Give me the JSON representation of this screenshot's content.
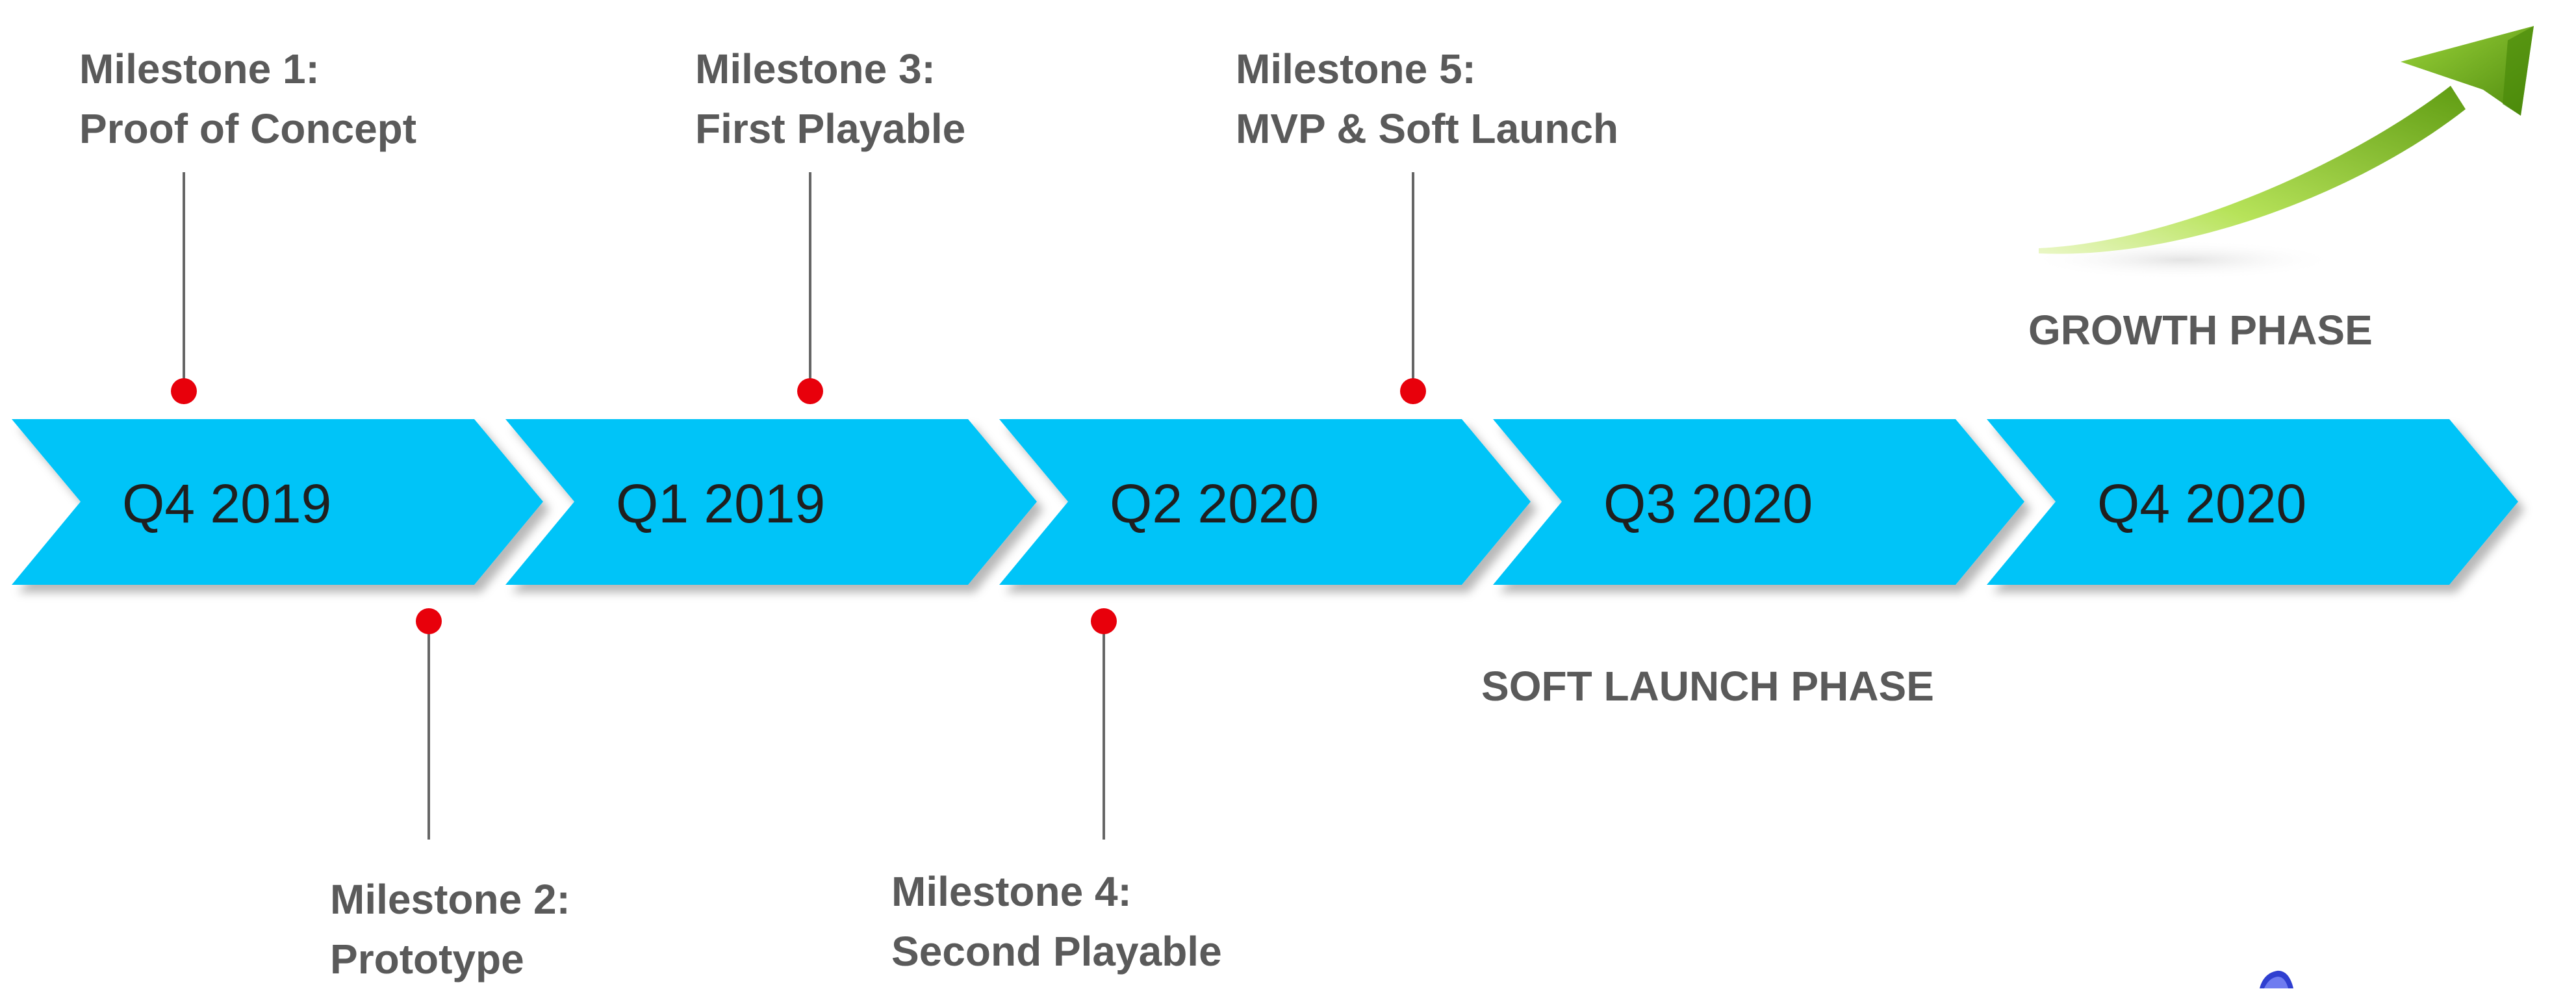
{
  "colors": {
    "chevron": "#00c4f8",
    "dot": "#e8000b",
    "connector": "#666666",
    "label_text": "#5a5a5a",
    "quarter_text": "#1f1f1f",
    "arrow_light": "#b7e35a",
    "arrow_dark": "#5f9c12"
  },
  "timeline": {
    "quarters": [
      {
        "label": "Q4 2019"
      },
      {
        "label": "Q1 2019"
      },
      {
        "label": "Q2 2020"
      },
      {
        "label": "Q3 2020"
      },
      {
        "label": "Q4 2020"
      }
    ]
  },
  "milestones": [
    {
      "title": "Milestone 1:",
      "subtitle": "Proof of Concept",
      "position": "above"
    },
    {
      "title": "Milestone 2:",
      "subtitle": "Prototype",
      "position": "below"
    },
    {
      "title": "Milestone 3:",
      "subtitle": "First Playable",
      "position": "above"
    },
    {
      "title": "Milestone 4:",
      "subtitle": "Second Playable",
      "position": "below"
    },
    {
      "title": "Milestone 5:",
      "subtitle": "MVP & Soft Launch",
      "position": "above"
    }
  ],
  "phases": {
    "growth": "GROWTH PHASE",
    "soft_launch": "SOFT LAUNCH PHASE"
  },
  "decorations": {
    "growth_arrow_icon": "green-upward-arrow-icon",
    "corner_icon": "blue-shape-icon"
  }
}
